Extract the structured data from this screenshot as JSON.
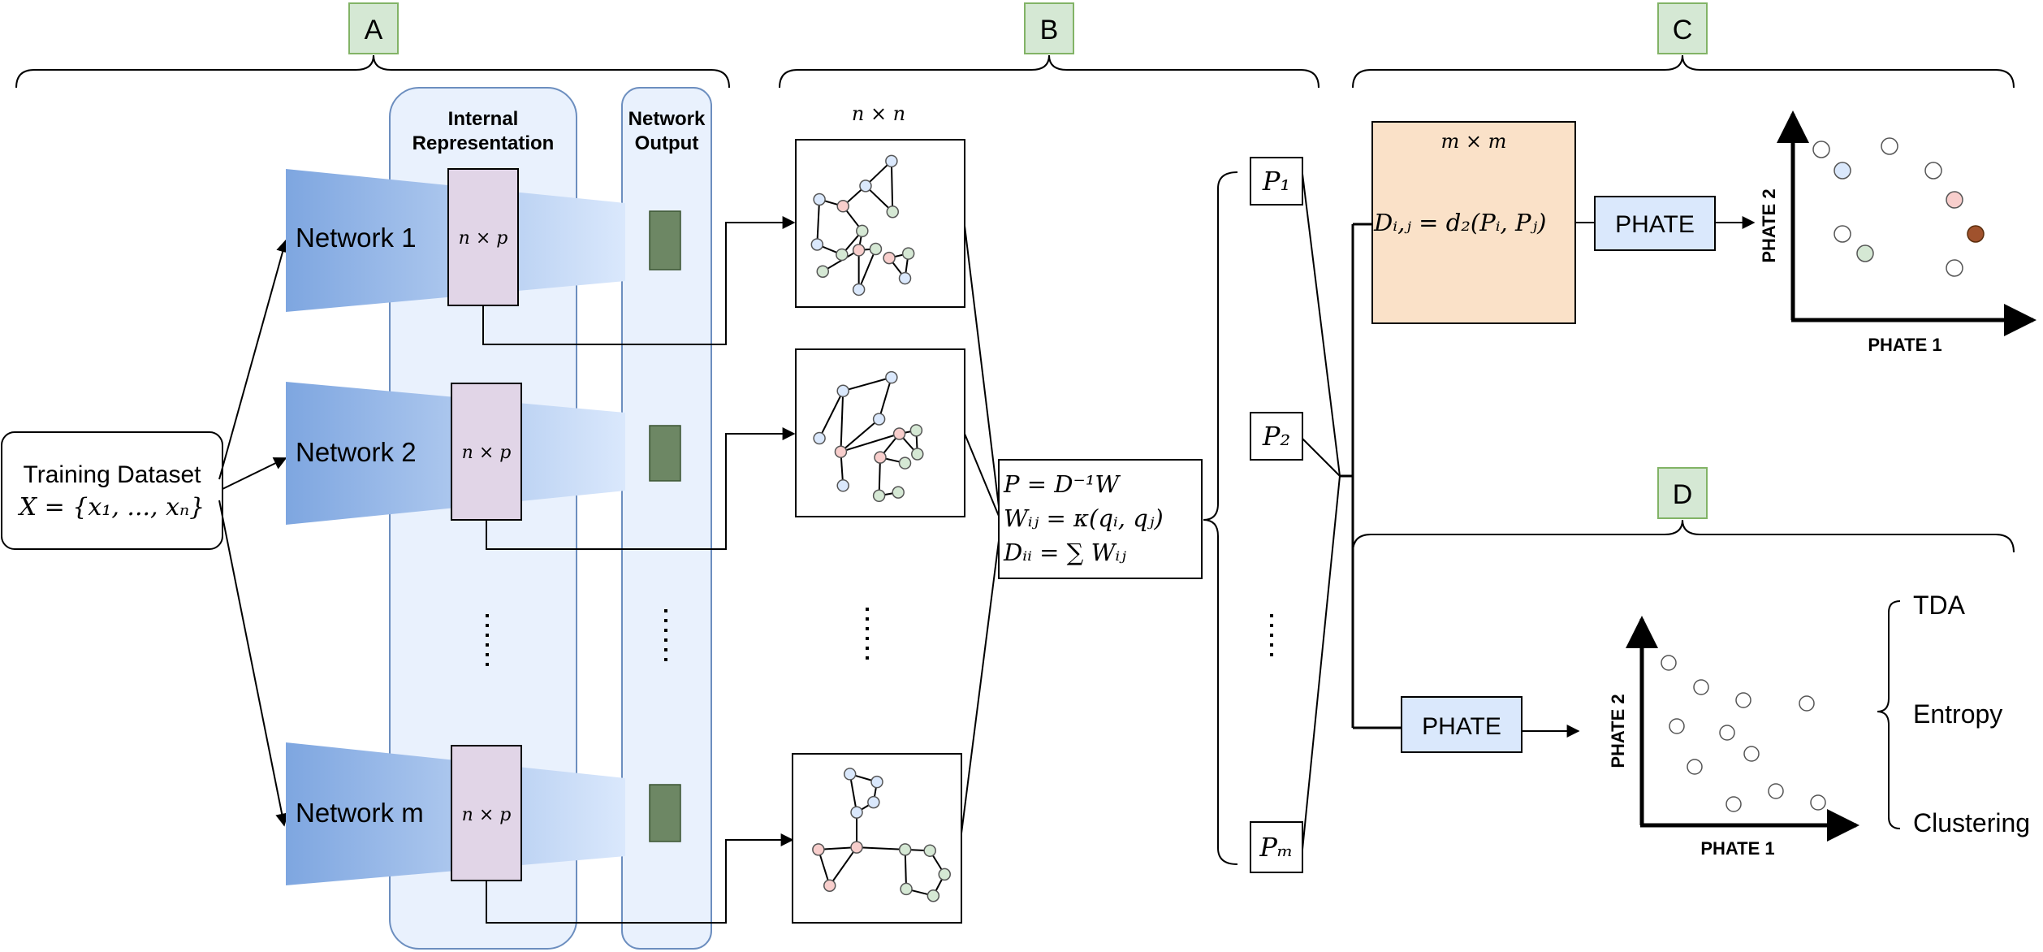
{
  "sections": {
    "a": "A",
    "b": "B",
    "c": "C",
    "d": "D"
  },
  "training": {
    "line1": "Training Dataset",
    "line2": "X = {x₁, ..., xₙ}"
  },
  "columns": {
    "internal_line1": "Internal",
    "internal_line2": "Representation",
    "output_line1": "Network",
    "output_line2": "Output"
  },
  "networks": [
    {
      "label": "Network 1",
      "matrix": "n × p"
    },
    {
      "label": "Network 2",
      "matrix": "n × p"
    },
    {
      "label": "Network m",
      "matrix": "n × p"
    }
  ],
  "graph_size_label": "n × n",
  "equations": {
    "p": "P = D⁻¹W",
    "w": "Wᵢⱼ = κ(qᵢ, qⱼ)",
    "d": "Dᵢᵢ = ∑ Wᵢⱼ"
  },
  "p_boxes": [
    "P₁",
    "P₂",
    "Pₘ"
  ],
  "distance": {
    "size": "m × m",
    "formula": "Dᵢ,ⱼ = d₂(Pᵢ, Pⱼ)"
  },
  "phate_label": "PHATE",
  "axes": {
    "x": "PHATE 1",
    "y": "PHATE 2"
  },
  "analyses": [
    "TDA",
    "Entropy",
    "Clustering"
  ],
  "colors": {
    "section_fill": "#d5e8d4",
    "section_stroke": "#82b366",
    "panel_fill": "#dae8fc",
    "panel_stroke": "#6c8ebf",
    "network_dark": "#7ea6e0",
    "matrix_fill": "#e1d5e7",
    "output_fill": "#6d8764",
    "distance_fill": "#fae1c8",
    "phate_fill": "#dae8fc",
    "node_blue": "#dae8fc",
    "node_red": "#f8cecc",
    "node_green": "#d5e8d4",
    "node_brown": "#a0522d"
  }
}
